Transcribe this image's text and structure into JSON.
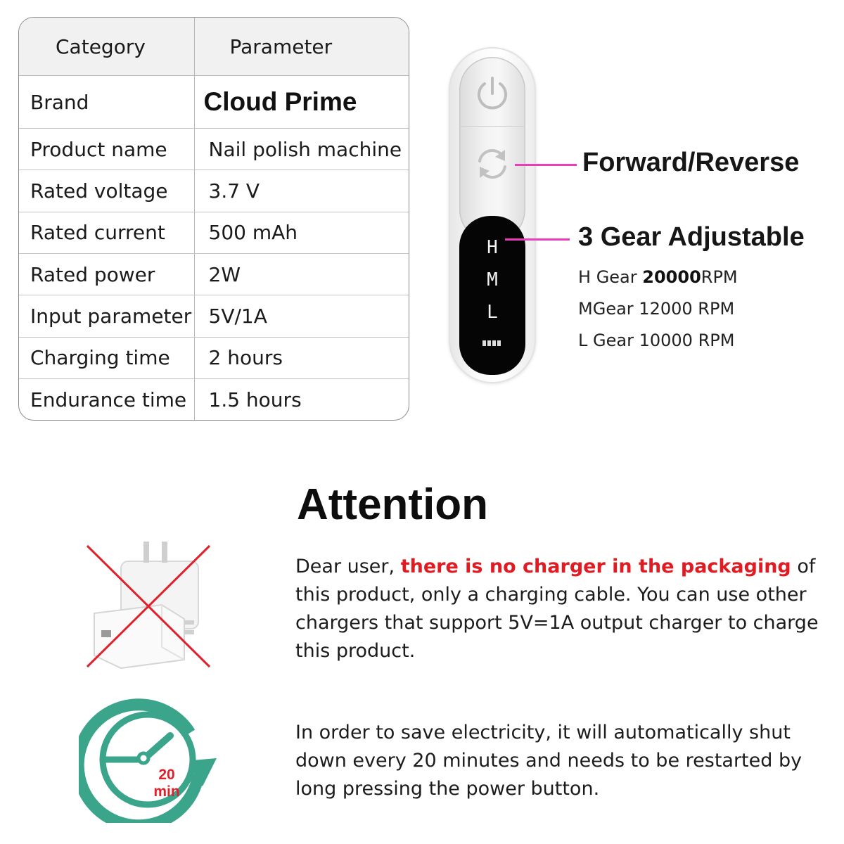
{
  "spec_table": {
    "headers": {
      "category": "Category",
      "parameter": "Parameter"
    },
    "rows": [
      {
        "key": "Brand",
        "value": "Cloud Prime"
      },
      {
        "key": "Product name",
        "value": "Nail polish machine"
      },
      {
        "key": "Rated voltage",
        "value": "3.7 V"
      },
      {
        "key": "Rated current",
        "value": "500 mAh"
      },
      {
        "key": "Rated power",
        "value": "2W"
      },
      {
        "key": "Input parameter",
        "value": "5V/1A"
      },
      {
        "key": "Charging time",
        "value": "2 hours"
      },
      {
        "key": "Endurance time",
        "value": "1.5 hours"
      }
    ]
  },
  "device": {
    "display_letters": {
      "h": "H",
      "m": "M",
      "l": "L"
    },
    "icons": [
      "power-icon",
      "forward-reverse-icon",
      "battery-indicator-icon"
    ]
  },
  "features": {
    "forward_reverse": "Forward/Reverse",
    "gear_title": "3 Gear Adjustable",
    "gears": [
      {
        "letter": "H",
        "label": "Gear",
        "rpm": "20000",
        "unit": "RPM"
      },
      {
        "letter": "M",
        "label": "Gear",
        "rpm": "12000",
        "unit": "RPM"
      },
      {
        "letter": "L",
        "label": "Gear",
        "rpm": "10000",
        "unit": "RPM"
      }
    ]
  },
  "attention": {
    "title": "Attention",
    "charger_notice": {
      "prefix": "Dear user, ",
      "highlight": "there is no charger in the packaging",
      "suffix": " of this product, only a charging cable. You can use other chargers that support 5V=1A output charger to charge this product."
    },
    "auto_shutdown": "In order to save electricity, it will automatically shut down every 20 minutes and needs to be restarted by long pressing the power button.",
    "timer_label": {
      "number": "20",
      "unit": "min"
    }
  },
  "colors": {
    "highlight_red": "#e11b22",
    "callout_magenta": "#e83fb8",
    "timer_green": "#3aa58a",
    "cross_red": "#e0202a"
  }
}
